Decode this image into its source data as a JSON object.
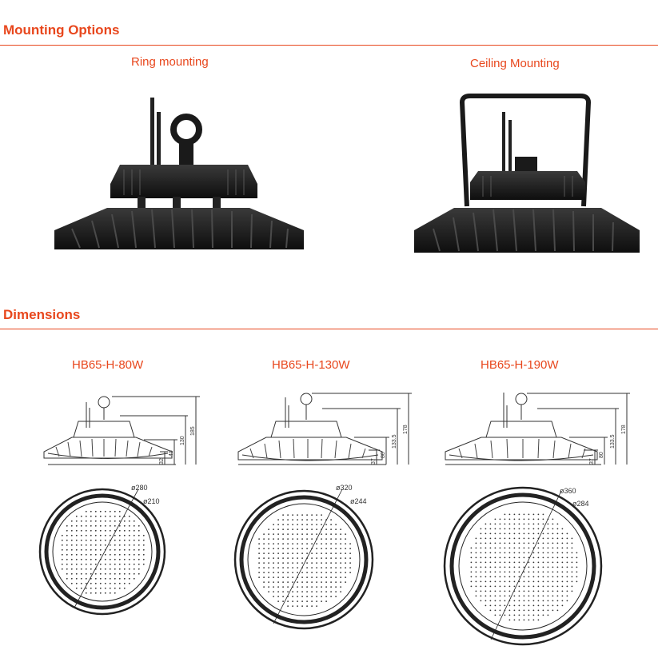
{
  "mounting": {
    "heading": "Mounting Options",
    "ring_label": "Ring mounting",
    "ceiling_label": "Ceiling Mounting"
  },
  "dimensions": {
    "heading": "Dimensions",
    "models": [
      {
        "name": "HB65-H-80W",
        "side_dims": [
          "185",
          "130",
          "40",
          "32"
        ],
        "outer_dia": "ø280",
        "inner_dia": "ø210"
      },
      {
        "name": "HB65-H-130W",
        "side_dims": [
          "178",
          "133.5",
          "80",
          "37"
        ],
        "outer_dia": "ø320",
        "inner_dia": "ø244"
      },
      {
        "name": "HB65-H-190W",
        "side_dims": [
          "178",
          "133.5",
          "80",
          "37"
        ],
        "outer_dia": "ø360",
        "inner_dia": "ø284"
      }
    ]
  },
  "colors": {
    "accent": "#e8471d",
    "fixture": "#1a1a1a",
    "line": "#333333"
  }
}
